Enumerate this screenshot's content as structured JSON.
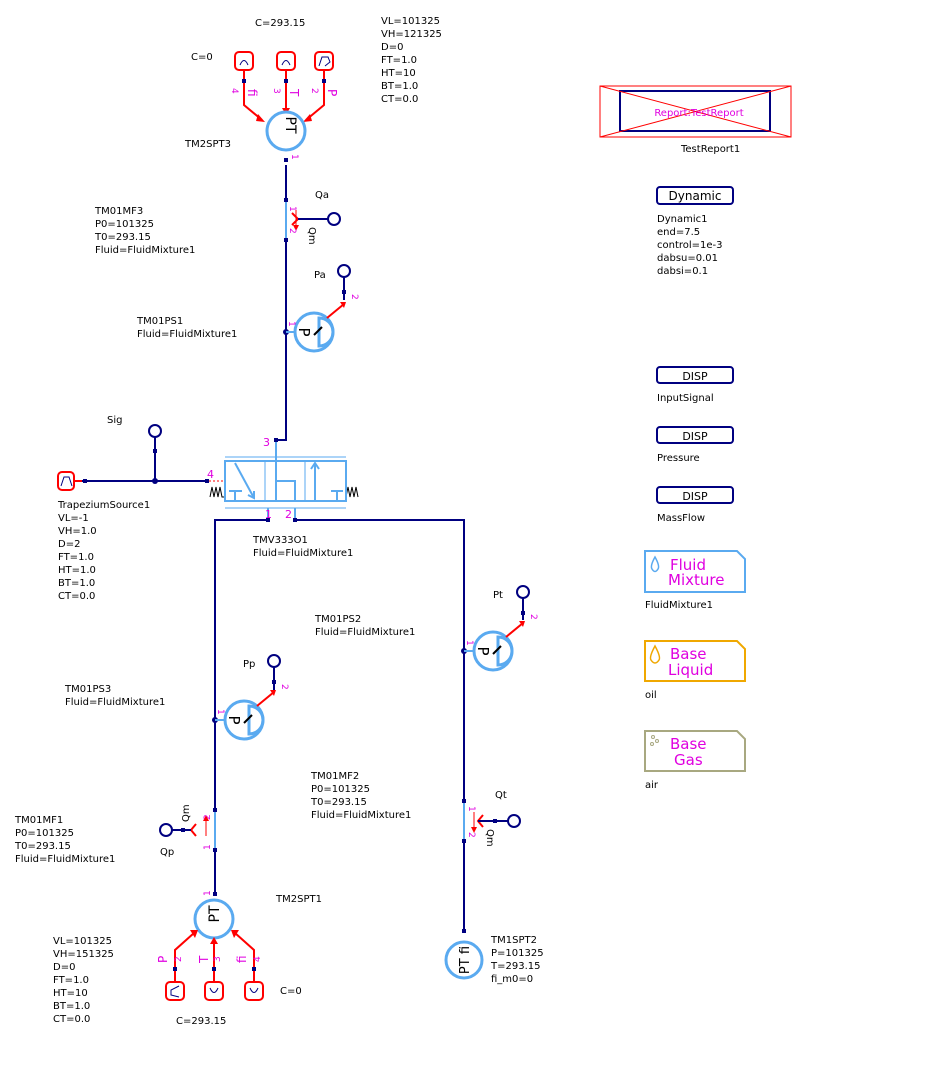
{
  "diagram": {
    "top_pt_sensor": {
      "name": "TM2SPT3",
      "glyph": "PT",
      "source_fi": {
        "label": "C=0",
        "pin": "4",
        "port": "fi",
        "icon": "constant-icon"
      },
      "source_T": {
        "label": "C=293.15",
        "pin": "3",
        "port": "T",
        "icon": "constant-icon"
      },
      "source_P": {
        "pin": "2",
        "port": "P",
        "icon": "trapezium-icon",
        "params": [
          "VL=101325",
          "VH=121325",
          "D=0",
          "FT=1.0",
          "HT=10",
          "BT=1.0",
          "CT=0.0"
        ]
      },
      "out_pin": "1"
    },
    "mf3": {
      "name": "TM01MF3",
      "params": [
        "P0=101325",
        "T0=293.15",
        "Fluid=FluidMixture1"
      ],
      "sensor": "Qa",
      "port": "Qm",
      "pin1": "1",
      "pin2": "2"
    },
    "ps1": {
      "name": "TM01PS1",
      "params": [
        "Fluid=FluidMixture1"
      ],
      "sensor": "Pa",
      "glyph": "P",
      "pin1": "1",
      "pin2": "2"
    },
    "valve": {
      "name": "TMV333O1",
      "params": [
        "Fluid=FluidMixture1"
      ],
      "pin1": "1",
      "pin2": "2",
      "pin3": "3",
      "pin4": "4"
    },
    "trap_source": {
      "name": "TrapeziumSource1",
      "params": [
        "VL=-1",
        "VH=1.0",
        "D=2",
        "FT=1.0",
        "HT=1.0",
        "BT=1.0",
        "CT=0.0"
      ],
      "sensor": "Sig"
    },
    "ps2": {
      "name": "TM01PS2",
      "params": [
        "Fluid=FluidMixture1"
      ],
      "sensor": "Pt",
      "glyph": "P",
      "pin1": "1",
      "pin2": "2"
    },
    "ps3": {
      "name": "TM01PS3",
      "params": [
        "Fluid=FluidMixture1"
      ],
      "sensor": "Pp",
      "glyph": "P",
      "pin1": "1",
      "pin2": "2"
    },
    "mf2": {
      "name": "TM01MF2",
      "params": [
        "P0=101325",
        "T0=293.15",
        "Fluid=FluidMixture1"
      ],
      "sensor": "Qt",
      "port": "Qm",
      "pin1": "1",
      "pin2": "2"
    },
    "mf1": {
      "name": "TM01MF1",
      "params": [
        "P0=101325",
        "T0=293.15",
        "Fluid=FluidMixture1"
      ],
      "sensor": "Qp",
      "port": "Qm",
      "pin1": "1",
      "pin2": "2"
    },
    "bottom_pt_sensor": {
      "name": "TM2SPT1",
      "glyph": "PT",
      "source_P": {
        "pin": "2",
        "port": "P",
        "icon": "trapezium-icon",
        "params": [
          "VL=101325",
          "VH=151325",
          "D=0",
          "FT=1.0",
          "HT=10",
          "BT=1.0",
          "CT=0.0"
        ]
      },
      "source_T": {
        "label": "C=293.15",
        "pin": "3",
        "port": "T",
        "icon": "constant-icon"
      },
      "source_fi": {
        "label": "C=0",
        "pin": "4",
        "port": "fi",
        "icon": "constant-icon"
      },
      "out_pin": "1"
    },
    "tank": {
      "name": "TM1SPT2",
      "glyph": "PT fi",
      "params": [
        "P=101325",
        "T=293.15",
        "fi_m0=0"
      ]
    },
    "report": {
      "text": "Report:TestReport",
      "name": "TestReport1"
    },
    "dynamic": {
      "button": "Dynamic",
      "name": "Dynamic1",
      "params": [
        "end=7.5",
        "control=1e-3",
        "dabsu=0.01",
        "dabsi=0.1"
      ]
    },
    "displays": [
      {
        "button": "DISP",
        "name": "InputSignal"
      },
      {
        "button": "DISP",
        "name": "Pressure"
      },
      {
        "button": "DISP",
        "name": "MassFlow"
      }
    ],
    "fluids": [
      {
        "line1": "Fluid",
        "line2": "Mixture",
        "name": "FluidMixture1",
        "color": "#5aaaf0",
        "icon": "droplet-icon"
      },
      {
        "line1": "Base",
        "line2": "Liquid",
        "name": "oil",
        "color": "#f0a800",
        "icon": "droplet-icon"
      },
      {
        "line1": "Base",
        "line2": "Gas",
        "name": "air",
        "color": "#a8a880",
        "icon": "bubbles-icon"
      }
    ]
  }
}
